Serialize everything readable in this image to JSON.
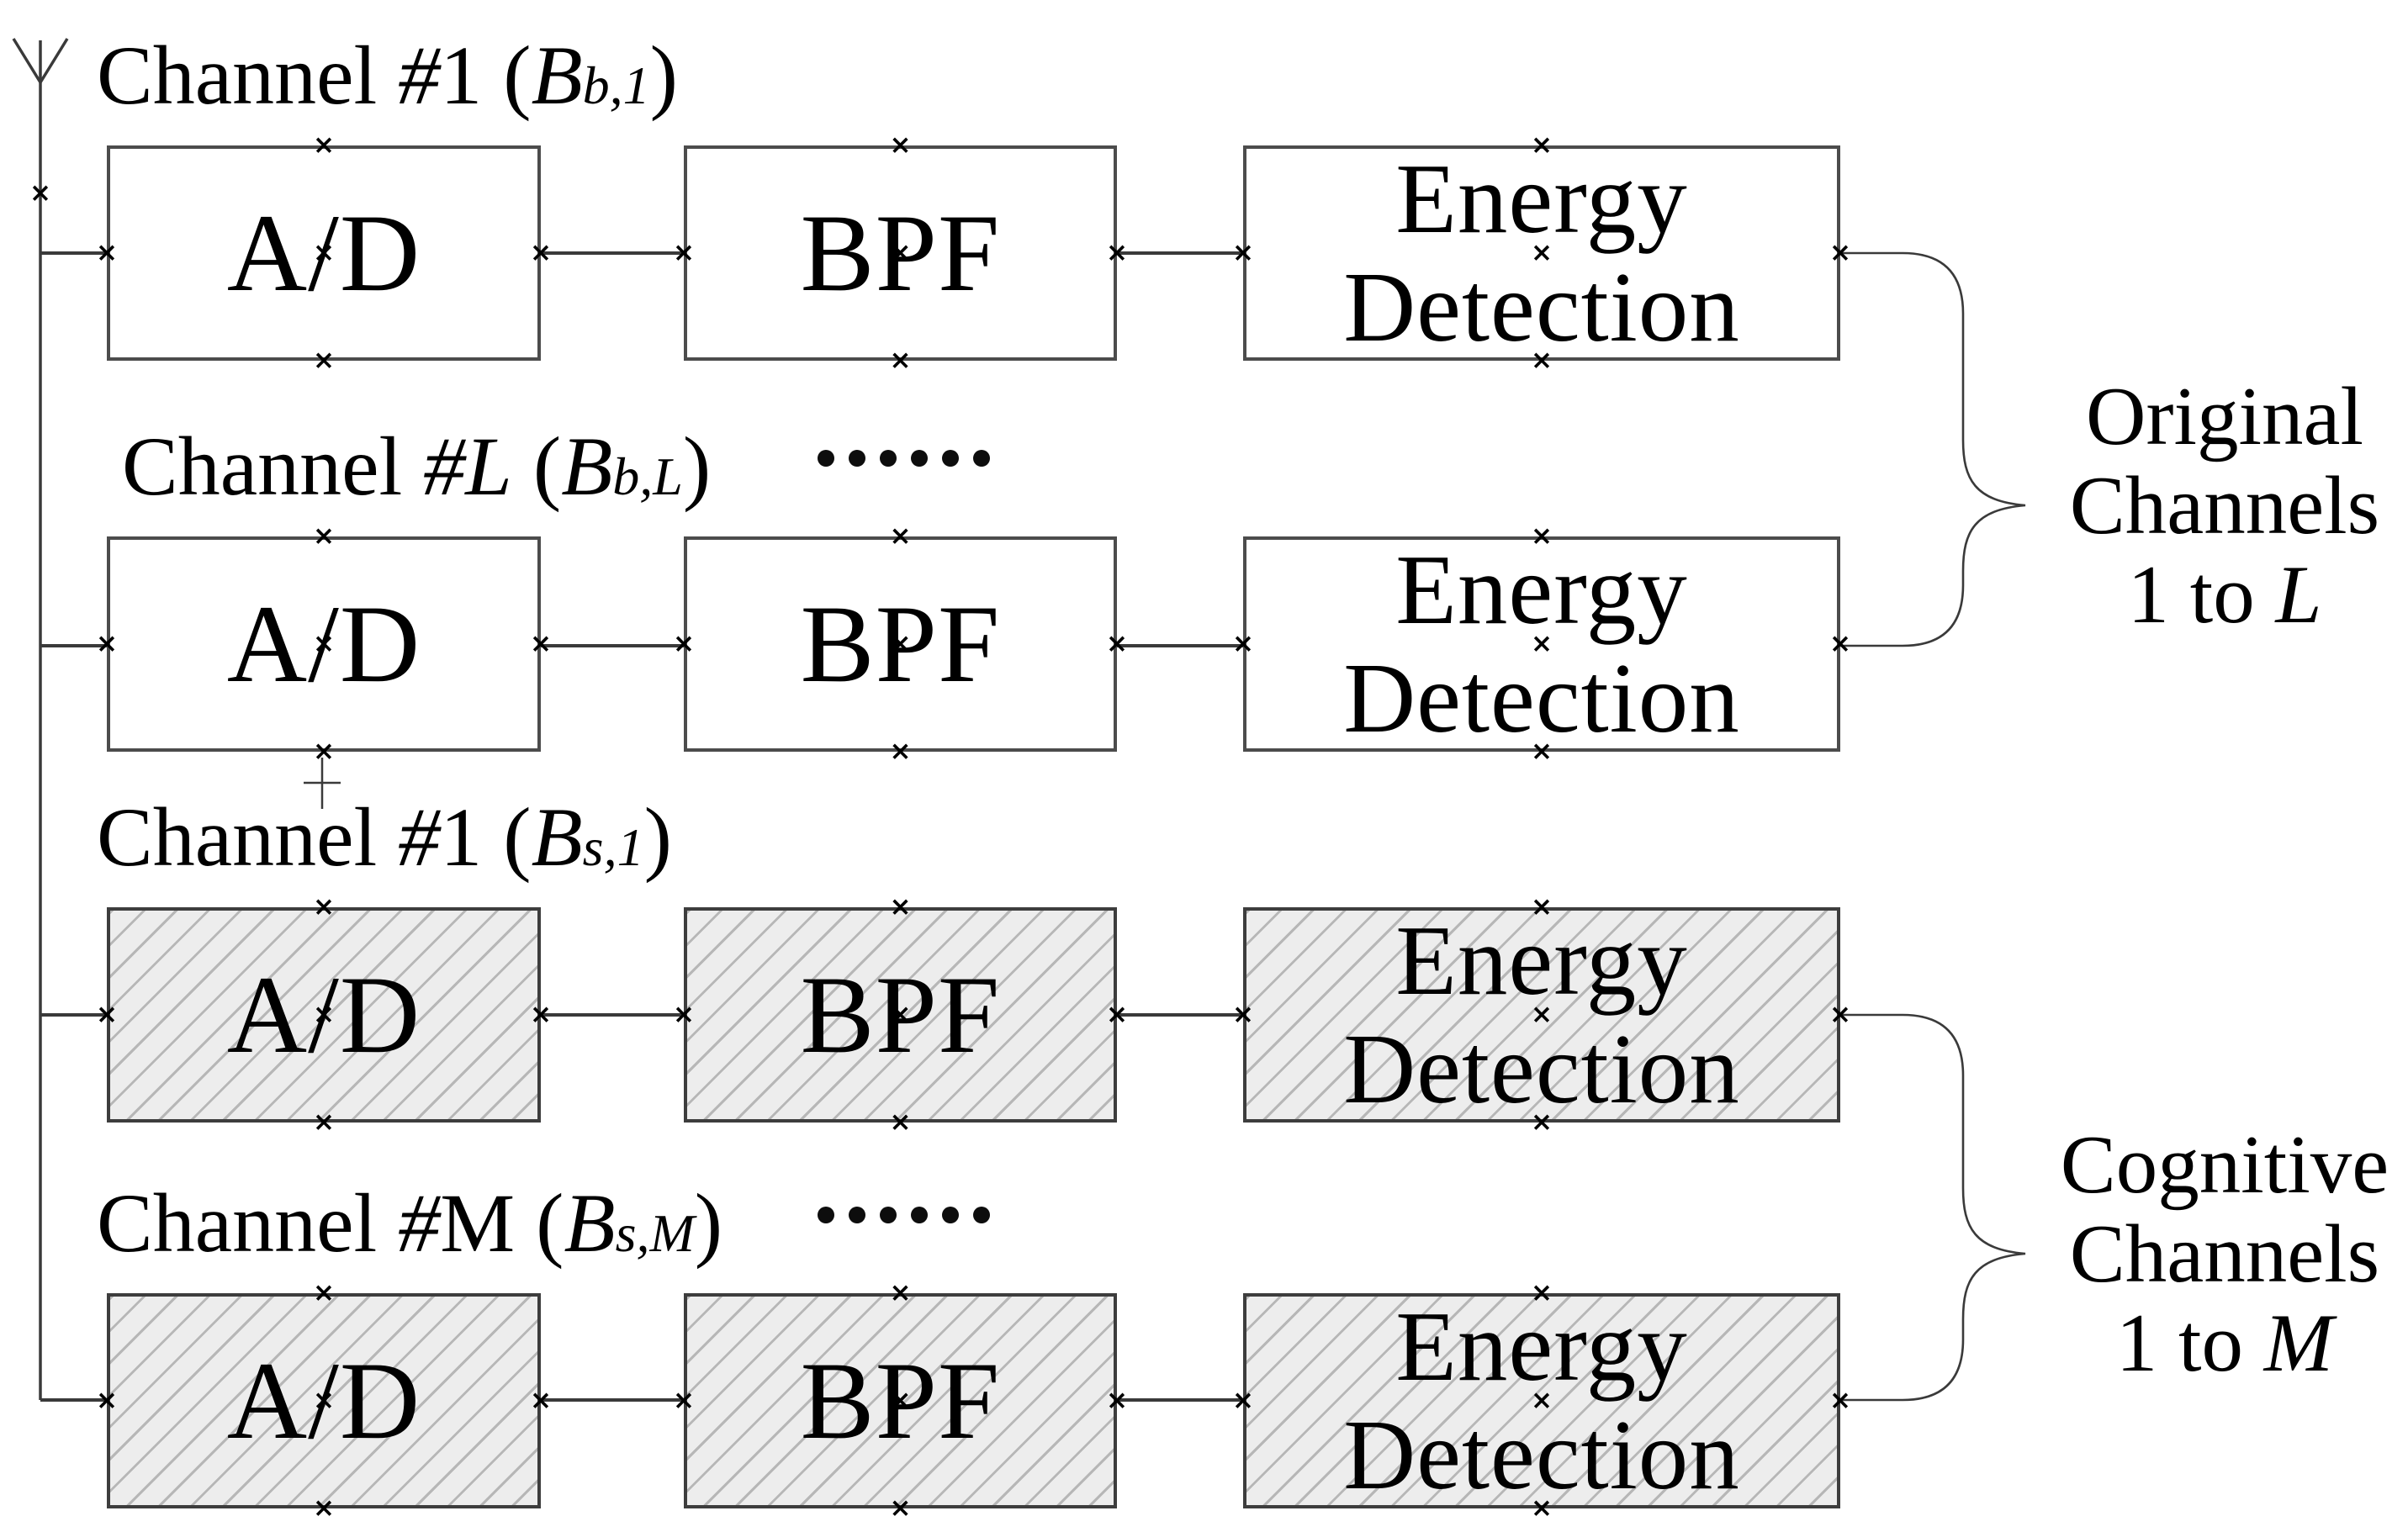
{
  "diagram": {
    "kind": "block-diagram",
    "rows": [
      {
        "label": {
          "prefix": "Channel ",
          "hash": "#",
          "id": "1",
          "id_italic": false,
          "open": "(",
          "var": "B",
          "sub": "b,1",
          "close": ")"
        },
        "shaded": false,
        "blocks": [
          [
            "A/D"
          ],
          [
            "BPF"
          ],
          [
            "Energy",
            "Detection"
          ]
        ]
      },
      {
        "label": {
          "prefix": "Channel ",
          "hash": "#",
          "id": "L",
          "id_italic": true,
          "open": "(",
          "var": "B",
          "sub": "b,L",
          "close": ")"
        },
        "shaded": false,
        "blocks": [
          [
            "A/D"
          ],
          [
            "BPF"
          ],
          [
            "Energy",
            "Detection"
          ]
        ]
      },
      {
        "label": {
          "prefix": "Channel ",
          "hash": "#",
          "id": "1",
          "id_italic": false,
          "open": "(",
          "var": "B",
          "sub": "s,1",
          "close": ")"
        },
        "shaded": true,
        "blocks": [
          [
            "A/D"
          ],
          [
            "BPF"
          ],
          [
            "Energy",
            "Detection"
          ]
        ]
      },
      {
        "label": {
          "prefix": "Channel ",
          "hash": "#",
          "id": "M",
          "id_italic": false,
          "open": "(",
          "var": "B",
          "sub": "s,M",
          "close": ")"
        },
        "shaded": true,
        "blocks": [
          [
            "A/D"
          ],
          [
            "BPF"
          ],
          [
            "Energy",
            "Detection"
          ]
        ]
      }
    ],
    "separators": [
      {
        "dot_count": 6
      },
      {
        "dot_count": 6
      }
    ],
    "groups": [
      {
        "lines": [
          "Original",
          "Channels"
        ],
        "range": "1 to ",
        "var": "L"
      },
      {
        "lines": [
          "Cognitive",
          "Channels"
        ],
        "range": "1 to ",
        "var": "M"
      }
    ],
    "icons": {
      "antenna": "antenna-icon",
      "connection_marker": "x-connection-marker"
    },
    "colors": {
      "background": "#ffffff",
      "text": "#000000",
      "box_border": "#4c4c4c",
      "wire": "#3a3a3a",
      "hatch_fill": "#ededed",
      "hatch_line": "#b7b7b7"
    }
  }
}
